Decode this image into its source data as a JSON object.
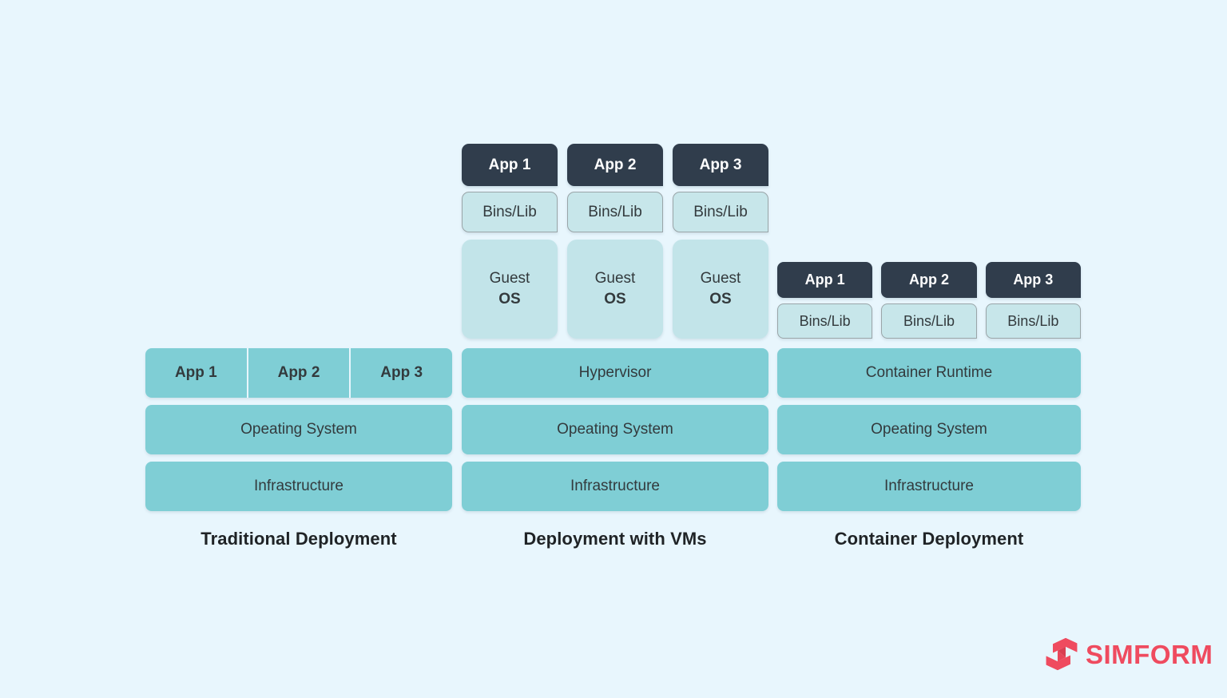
{
  "background_color": "#e8f6fd",
  "palette": {
    "teal": "#7fced5",
    "pale_cyan": "#c2e4e9",
    "binslib_fill": "#c7e6ea",
    "binslib_border": "#9aa5a8",
    "navy": "#303d4c",
    "text_dark": "#333a3d",
    "brand_red": "#ef4b5f"
  },
  "columns": {
    "traditional": {
      "caption": "Traditional Deployment",
      "apps": [
        "App 1",
        "App 2",
        "App 3"
      ],
      "os": "Opeating System",
      "infrastructure": "Infrastructure"
    },
    "vms": {
      "caption": "Deployment with VMs",
      "stacks": [
        {
          "app": "App 1",
          "binslib": "Bins/Lib",
          "guest_top": "Guest",
          "guest_bottom": "OS"
        },
        {
          "app": "App 2",
          "binslib": "Bins/Lib",
          "guest_top": "Guest",
          "guest_bottom": "OS"
        },
        {
          "app": "App 3",
          "binslib": "Bins/Lib",
          "guest_top": "Guest",
          "guest_bottom": "OS"
        }
      ],
      "hypervisor": "Hypervisor",
      "os": "Opeating System",
      "infrastructure": "Infrastructure"
    },
    "containers": {
      "caption": "Container Deployment",
      "stacks": [
        {
          "app": "App 1",
          "binslib": "Bins/Lib"
        },
        {
          "app": "App 2",
          "binslib": "Bins/Lib"
        },
        {
          "app": "App 3",
          "binslib": "Bins/Lib"
        }
      ],
      "runtime": "Container Runtime",
      "os": "Opeating System",
      "infrastructure": "Infrastructure"
    }
  },
  "logo": {
    "wordmark": "SIMFORM",
    "mark_name": "simform-s-mark"
  }
}
